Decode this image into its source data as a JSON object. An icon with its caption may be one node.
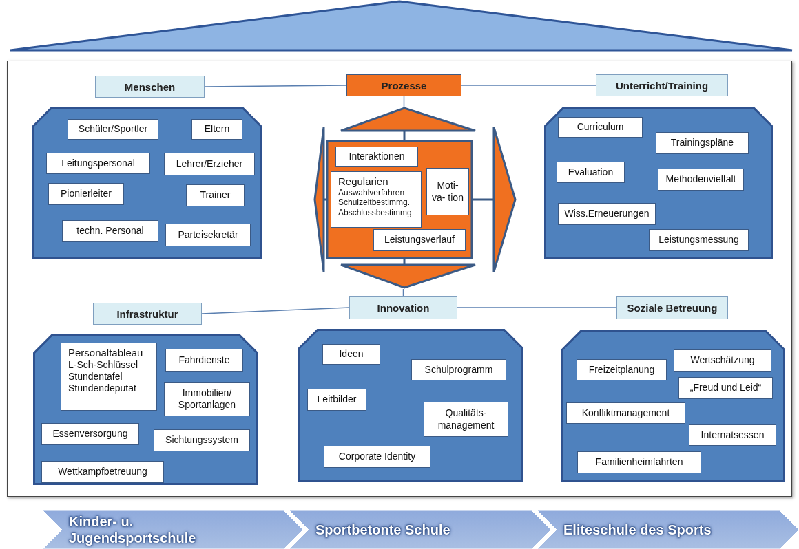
{
  "diagram": {
    "nodes": [
      {
        "text": [
          "Menschen"
        ]
      },
      {
        "text": [],
        "shape": "box"
      },
      {
        "text": [
          "Schüler/Sportler"
        ],
        "in": 1
      },
      {
        "text": [
          "Eltern"
        ],
        "in": 1
      },
      {
        "text": [
          "Leitungspersonal"
        ],
        "in": 1
      },
      {
        "text": [
          "Lehrer/Erzieher"
        ],
        "in": 1
      },
      {
        "text": [
          "Pionierleiter"
        ],
        "in": 1
      },
      {
        "text": [
          "Trainer"
        ],
        "in": 1
      },
      {
        "text": [
          "techn. Personal"
        ],
        "in": 1
      },
      {
        "text": [
          "Parteisekretär"
        ],
        "in": 1
      },
      {
        "text": [
          "Prozesse"
        ]
      },
      {
        "text": [],
        "shape": "box"
      },
      {
        "text": [
          "Interaktionen"
        ],
        "in": 11
      },
      {
        "text": [
          "Regularien",
          "Auswahlverfahren",
          "Schulzeitbestimmg.",
          "Abschlussbestimmg"
        ],
        "in": 11
      },
      {
        "text": [
          "Moti- va- tion"
        ],
        "in": 11
      },
      {
        "text": [
          "Leistungsverlauf"
        ],
        "in": 11
      },
      {
        "text": [
          "Unterricht/Training"
        ]
      },
      {
        "text": [],
        "shape": "box"
      },
      {
        "text": [
          "Curriculum"
        ],
        "in": 17
      },
      {
        "text": [
          "Trainingspläne"
        ],
        "in": 17
      },
      {
        "text": [
          "Evaluation"
        ],
        "in": 17
      },
      {
        "text": [
          "Methodenvielfalt"
        ],
        "in": 17
      },
      {
        "text": [
          "Wiss.Erneuerungen"
        ],
        "in": 17
      },
      {
        "text": [
          "Leistungsmessung"
        ],
        "in": 17
      },
      {
        "text": [
          "Infrastruktur"
        ]
      },
      {
        "text": [],
        "shape": "box"
      },
      {
        "text": [
          "Personaltableau",
          "L-Sch-Schlüssel",
          "Stundentafel",
          "Stundendeputat"
        ],
        "in": 25
      },
      {
        "text": [
          "Fahrdienste"
        ],
        "in": 25
      },
      {
        "text": [
          "Immobilien/ Sportanlagen"
        ],
        "in": 25
      },
      {
        "text": [
          "Essenversorgung"
        ],
        "in": 25
      },
      {
        "text": [
          "Sichtungssystem"
        ],
        "in": 25
      },
      {
        "text": [
          "Wettkampfbetreuung"
        ],
        "in": 25
      },
      {
        "text": [
          "Innovation"
        ]
      },
      {
        "text": [],
        "shape": "box"
      },
      {
        "text": [
          "Ideen"
        ],
        "in": 33
      },
      {
        "text": [
          "Schulprogramm"
        ],
        "in": 33
      },
      {
        "text": [
          "Leitbilder"
        ],
        "in": 33
      },
      {
        "text": [
          "Qualitäts- management"
        ],
        "in": 33
      },
      {
        "text": [
          "Corporate Identity"
        ],
        "in": 33
      },
      {
        "text": [
          "Soziale Betreuung"
        ]
      },
      {
        "text": [],
        "shape": "box"
      },
      {
        "text": [
          "Freizeitplanung"
        ],
        "in": 40
      },
      {
        "text": [
          "Wertschätzung"
        ],
        "in": 40
      },
      {
        "text": [
          "„Freud und Leid“"
        ],
        "in": 40
      },
      {
        "text": [
          "Konfliktmanagement"
        ],
        "in": 40
      },
      {
        "text": [
          "Internatsessen"
        ],
        "in": 40
      },
      {
        "text": [
          "Familienheimfahrten"
        ],
        "in": 40
      },
      {
        "text": [
          "Kinder- u. Jugendsportschule"
        ]
      },
      {
        "text": [
          "Sportbetonte Schule"
        ]
      },
      {
        "text": [
          "Eliteschule des Sports"
        ]
      }
    ],
    "edges": [
      {
        "from": 0,
        "to": 10,
        "arrow": "none"
      },
      {
        "from": 10,
        "to": 16,
        "arrow": "none"
      },
      {
        "from": 10,
        "to": 11,
        "arrow": "none"
      },
      {
        "from": 24,
        "to": 32,
        "arrow": "none"
      },
      {
        "from": 32,
        "to": 39,
        "arrow": "none"
      },
      {
        "from": 11,
        "to": 32,
        "arrow": "none"
      }
    ]
  }
}
